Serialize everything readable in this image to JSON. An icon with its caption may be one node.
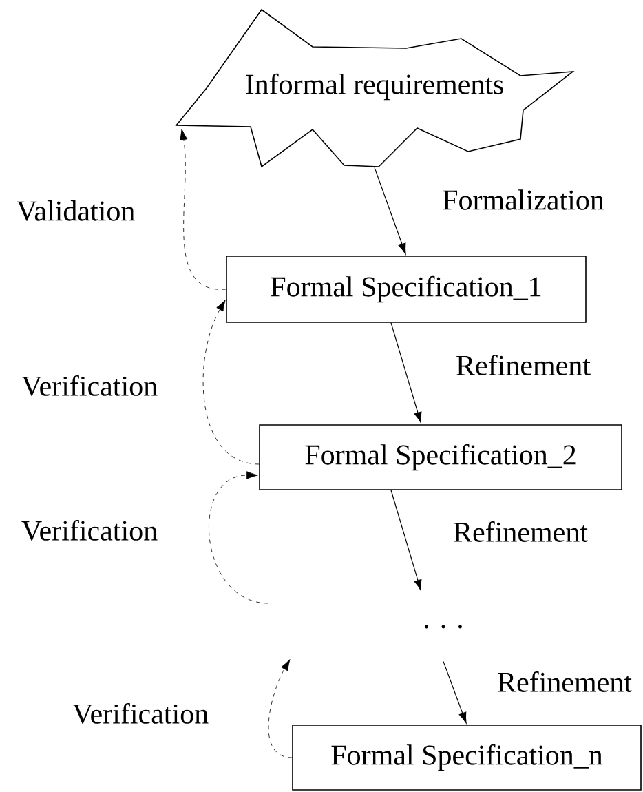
{
  "diagram": {
    "nodes": [
      {
        "text": [
          "Informal requirements"
        ]
      },
      {
        "text": [
          "Formal Specification_1"
        ]
      },
      {
        "text": [
          "Formal Specification_2"
        ]
      },
      {
        "text": [
          ". . ."
        ]
      },
      {
        "text": [
          "Formal Specification_n"
        ]
      }
    ],
    "edges": [
      {
        "from": 0,
        "to": 1,
        "arrow": "to",
        "label": "Formalization"
      },
      {
        "from": 1,
        "to": 0,
        "arrow": "to",
        "label": "Validation",
        "style": "dashed"
      },
      {
        "from": 1,
        "to": 2,
        "arrow": "to",
        "label": "Refinement"
      },
      {
        "from": 2,
        "to": 1,
        "arrow": "to",
        "label": "Verification",
        "style": "dashed"
      },
      {
        "from": 2,
        "to": 3,
        "arrow": "to",
        "label": "Refinement"
      },
      {
        "from": null,
        "to": 2,
        "arrow": "to",
        "label": "Verification",
        "style": "dashed"
      },
      {
        "from": 3,
        "to": 4,
        "arrow": "to",
        "label": "Refinement"
      },
      {
        "from": 4,
        "to": null,
        "arrow": "to",
        "label": "Verification",
        "style": "dashed"
      }
    ]
  }
}
